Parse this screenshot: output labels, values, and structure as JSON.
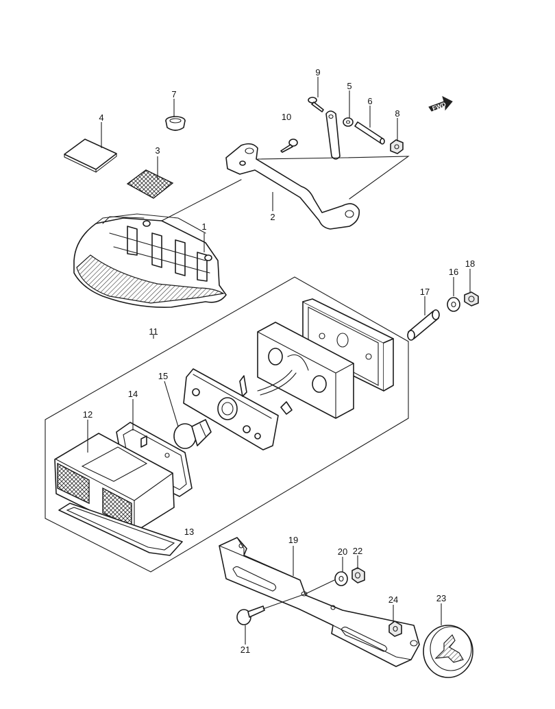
{
  "diagram": {
    "fwd_label": "FWD",
    "callouts": [
      {
        "id": "c1",
        "text": "1"
      },
      {
        "id": "c2",
        "text": "2"
      },
      {
        "id": "c3",
        "text": "3"
      },
      {
        "id": "c4",
        "text": "4"
      },
      {
        "id": "c5",
        "text": "5"
      },
      {
        "id": "c6",
        "text": "6"
      },
      {
        "id": "c7",
        "text": "7"
      },
      {
        "id": "c8",
        "text": "8"
      },
      {
        "id": "c9",
        "text": "9"
      },
      {
        "id": "c10",
        "text": "10"
      },
      {
        "id": "c11",
        "text": "11"
      },
      {
        "id": "c12",
        "text": "12"
      },
      {
        "id": "c13",
        "text": "13"
      },
      {
        "id": "c14",
        "text": "14"
      },
      {
        "id": "c15",
        "text": "15"
      },
      {
        "id": "c16",
        "text": "16"
      },
      {
        "id": "c17",
        "text": "17"
      },
      {
        "id": "c18",
        "text": "18"
      },
      {
        "id": "c19",
        "text": "19"
      },
      {
        "id": "c20",
        "text": "20"
      },
      {
        "id": "c21",
        "text": "21"
      },
      {
        "id": "c22",
        "text": "22"
      },
      {
        "id": "c23",
        "text": "23"
      },
      {
        "id": "c24",
        "text": "24"
      }
    ]
  }
}
